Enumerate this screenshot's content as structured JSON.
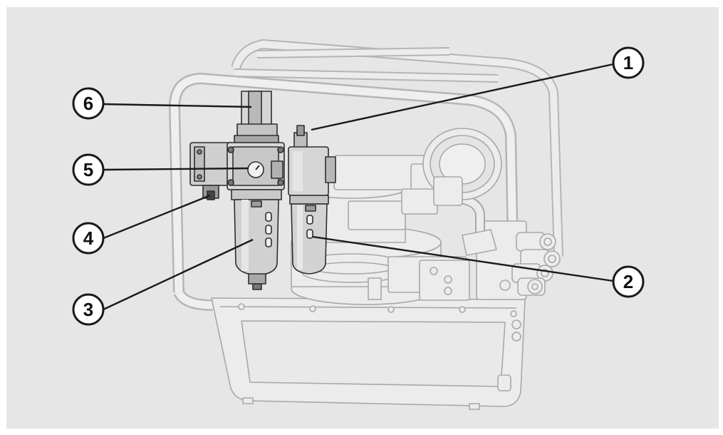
{
  "diagram": {
    "background": "#e6e6e6",
    "outline_color": "#9a9a9a",
    "callout_color": "#1a1a1a",
    "callouts": [
      {
        "label": "1",
        "points_to": "air-pressure-relief-valve"
      },
      {
        "label": "2",
        "points_to": "oil-mist-lubricator"
      },
      {
        "label": "3",
        "points_to": "air-filter-bowl"
      },
      {
        "label": "4",
        "points_to": "air-shutoff-valve"
      },
      {
        "label": "5",
        "points_to": "pressure-regulator-gauge"
      },
      {
        "label": "6",
        "points_to": "air-inlet-connector"
      }
    ]
  }
}
